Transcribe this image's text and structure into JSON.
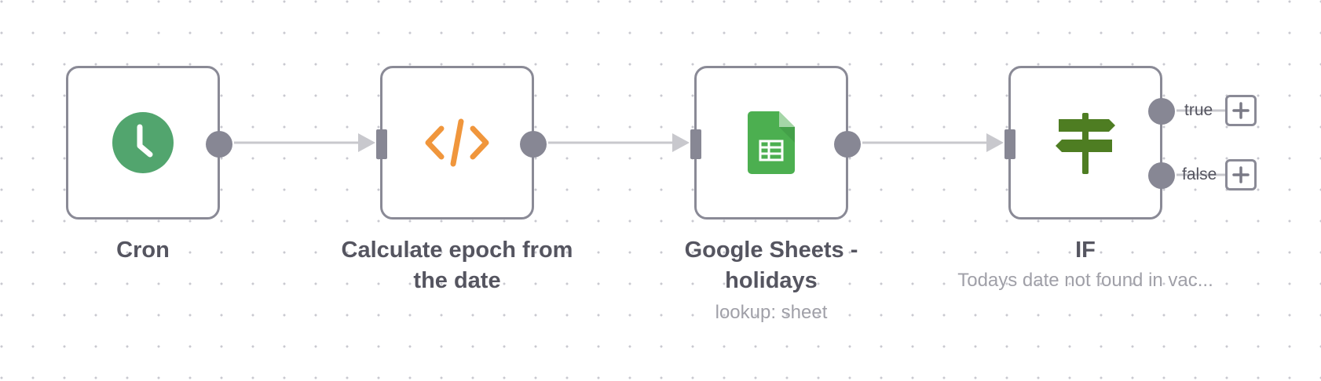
{
  "workflow": {
    "nodes": [
      {
        "name": "Cron",
        "subtitle": "",
        "icon": "clock-icon",
        "color": "#52a56e"
      },
      {
        "name": "Calculate epoch from the date",
        "name_line1": "Calculate epoch from",
        "name_line2": "the date",
        "subtitle": "",
        "icon": "code-icon",
        "color": "#f0963c"
      },
      {
        "name": "Google Sheets - holidays",
        "name_line1": "Google Sheets -",
        "name_line2": "holidays",
        "subtitle": "lookup: sheet",
        "icon": "google-sheets-icon",
        "color": "#4caf50"
      },
      {
        "name": "IF",
        "subtitle": "Todays date not found in vac...",
        "icon": "signpost-icon",
        "color": "#4e7d22"
      }
    ],
    "branches": {
      "true_label": "true",
      "false_label": "false"
    }
  },
  "colors": {
    "node_border": "#8a8a96",
    "handle": "#878794",
    "edge": "#c8c8cd",
    "label": "#555560",
    "subtitle": "#a0a0a8"
  }
}
